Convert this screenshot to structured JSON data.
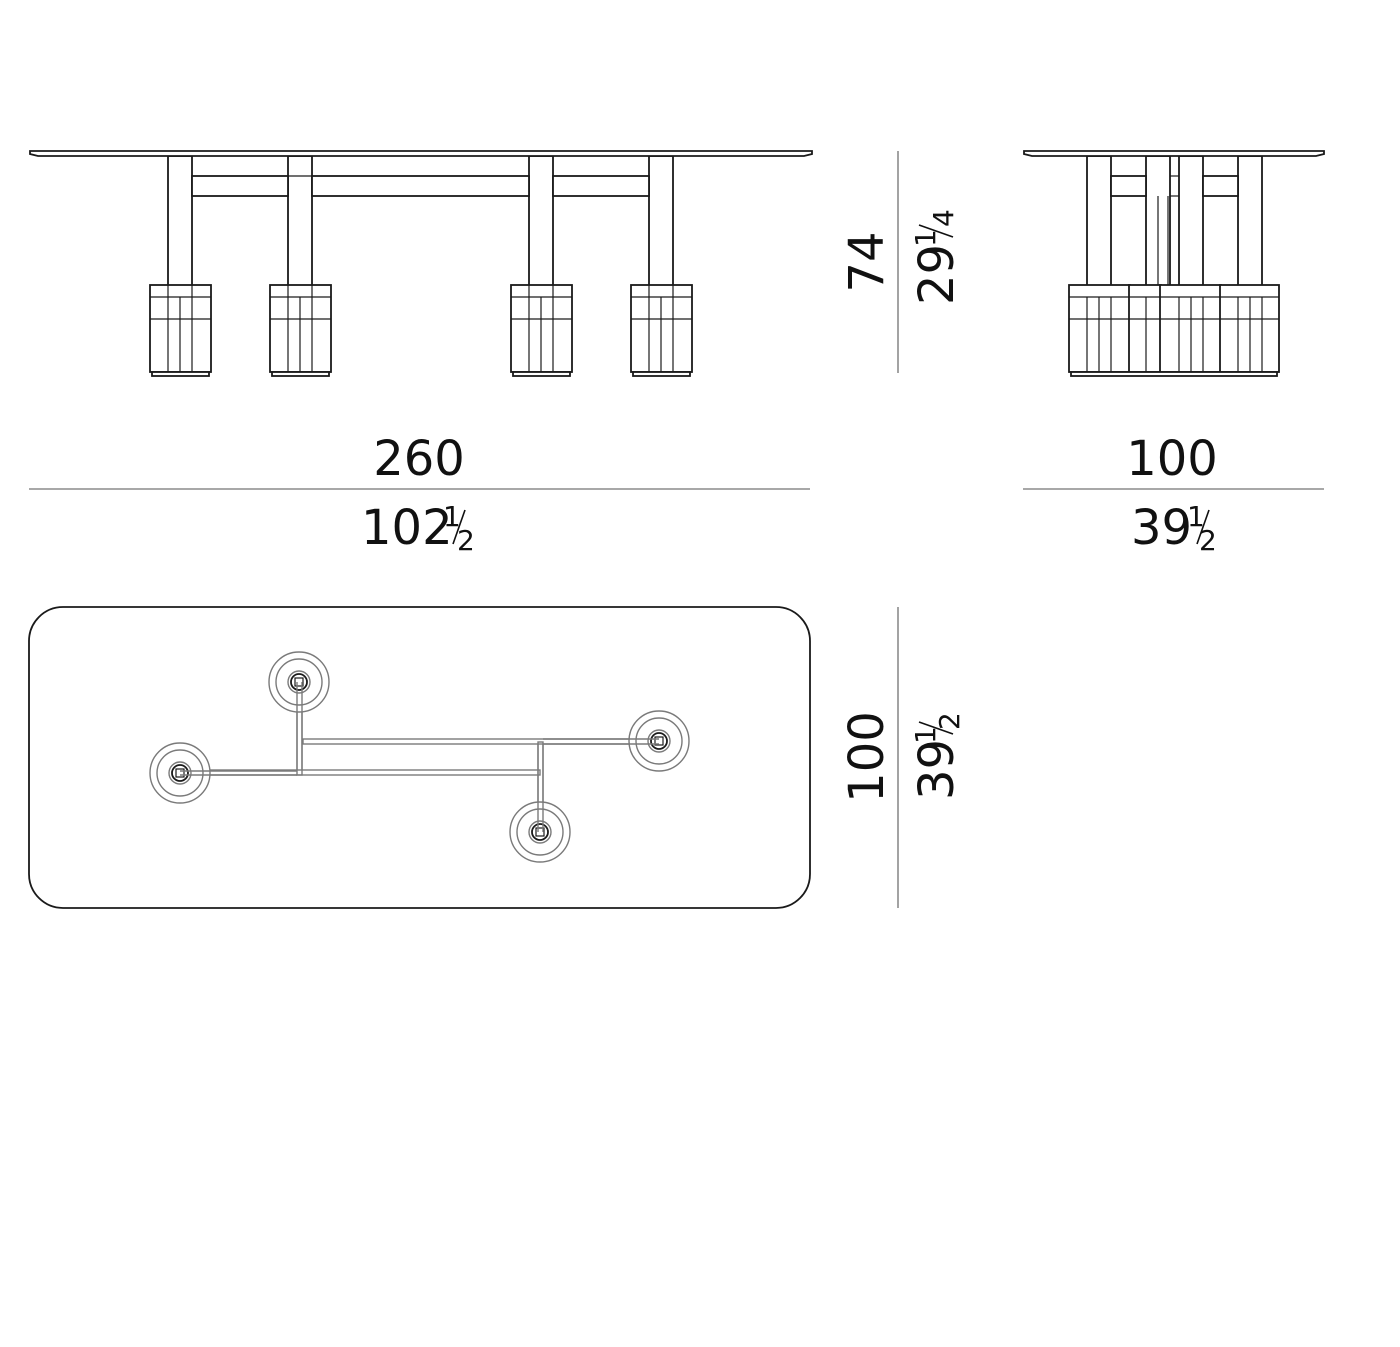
{
  "dimensions": {
    "side_length_cm": "260",
    "side_length_in_whole": "102",
    "side_length_in_frac_num": "1",
    "side_length_in_frac_den": "2",
    "end_width_cm": "100",
    "end_width_in_whole": "39",
    "end_width_in_frac_num": "1",
    "end_width_in_frac_den": "2",
    "height_cm": "74",
    "height_in_whole": "29",
    "height_in_frac_num": "1",
    "height_in_frac_den": "4",
    "top_depth_cm": "100",
    "top_depth_in_whole": "39",
    "top_depth_in_frac_num": "1",
    "top_depth_in_frac_den": "2"
  },
  "colors": {
    "line": "#1a1a1a",
    "dimension_line": "#8c8c8c",
    "plan_detail": "#7a7a7a",
    "background": "#ffffff"
  }
}
